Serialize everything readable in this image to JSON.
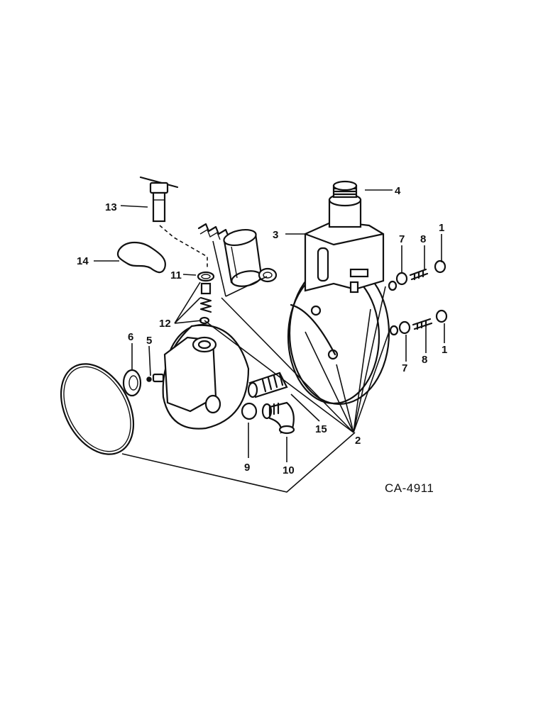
{
  "callouts": {
    "c1a": "1",
    "c1b": "1",
    "c2": "2",
    "c3": "3",
    "c4": "4",
    "c5": "5",
    "c6": "6",
    "c7a": "7",
    "c7b": "7",
    "c8a": "8",
    "c8b": "8",
    "c9": "9",
    "c10": "10",
    "c11": "11",
    "c12": "12",
    "c13": "13",
    "c14": "14",
    "c15": "15"
  },
  "drawing_code": "CA-4911"
}
